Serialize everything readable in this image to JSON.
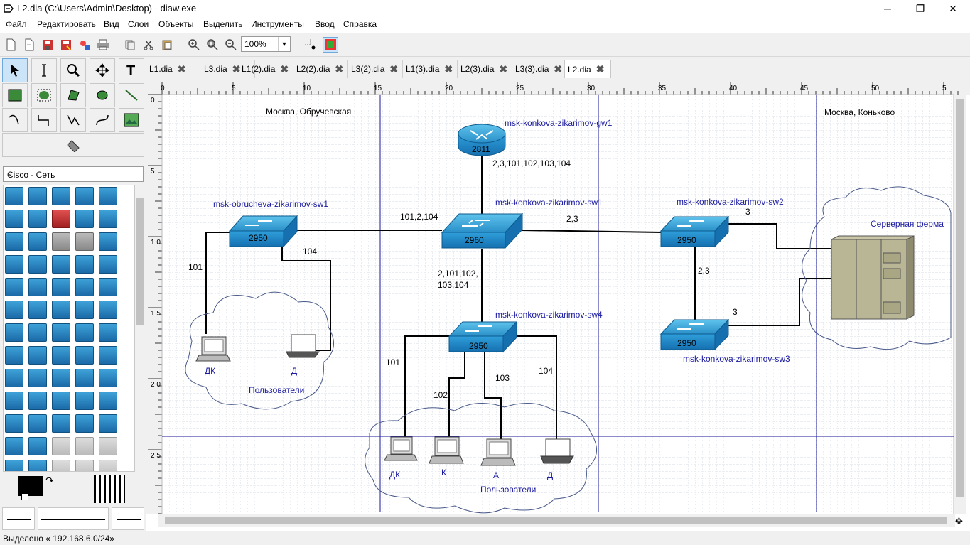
{
  "window": {
    "title": "L2.dia (C:\\Users\\Admin\\Desktop) - diaw.exe",
    "minimize": "─",
    "maximize": "❐",
    "close": "✕"
  },
  "menu": [
    "Файл",
    "Редактировать",
    "Вид",
    "Слои",
    "Объекты",
    "Выделить",
    "Инструменты",
    "Ввод",
    "Справка"
  ],
  "toolbar": {
    "zoom": "100%"
  },
  "sheet": {
    "selected": "Cisco - Сеть"
  },
  "tabs": [
    "L1.dia",
    "L3.dia",
    "L1(2).dia",
    "L2(2).dia",
    "L3(2).dia",
    "L1(3).dia",
    "L2(3).dia",
    "L3(3).dia",
    "L2.dia"
  ],
  "active_tab": "L2.dia",
  "ruler": {
    "h_ticks": [
      "0",
      "5",
      "10",
      "15",
      "20",
      "25",
      "30",
      "35",
      "40",
      "45",
      "50",
      "5"
    ],
    "v_ticks": [
      "0",
      "5",
      "1\n0",
      "1\n5",
      "2\n0",
      "2\n5"
    ]
  },
  "diagram": {
    "zone_left": "Москва, Обручевская",
    "zone_right": "Москва, Коньково",
    "gw_name": "msk-konkova-zikarimov-gw1",
    "gw_model": "2811",
    "gw_link": "2,3,101,102,103,104",
    "sw1_name": "msk-konkova-zikarimov-sw1",
    "sw1_model": "2960",
    "sw_obr_name": "msk-obrucheva-zikarimov-sw1",
    "sw_obr_model": "2950",
    "sw2_name": "msk-konkova-zikarimov-sw2",
    "sw2_model": "2950",
    "sw3_name": "msk-konkova-zikarimov-sw3",
    "sw3_model": "2950",
    "sw4_name": "msk-konkova-zikarimov-sw4",
    "sw4_model": "2950",
    "link_obr_sw1": "101,2,104",
    "link_sw1_sw2": "2,3",
    "link_sw2_sw3": "2,3",
    "link_sw1_sw4_a": "2,101,102,",
    "link_sw1_sw4_b": "103,104",
    "link_sw2_srv": "3",
    "link_sw3_srv": "3",
    "obr_101": "101",
    "obr_104": "104",
    "sw4_101": "101",
    "sw4_102": "102",
    "sw4_103": "103",
    "sw4_104": "104",
    "server_farm": "Серверная ферма",
    "users1": "Пользователи",
    "users2": "Пользователи",
    "pc_dk1": "ДК",
    "pc_d1": "Д",
    "pc_dk2": "ДК",
    "pc_k": "К",
    "pc_a": "А",
    "pc_d2": "Д"
  },
  "status": "Выделено « 192.168.6.0/24»"
}
